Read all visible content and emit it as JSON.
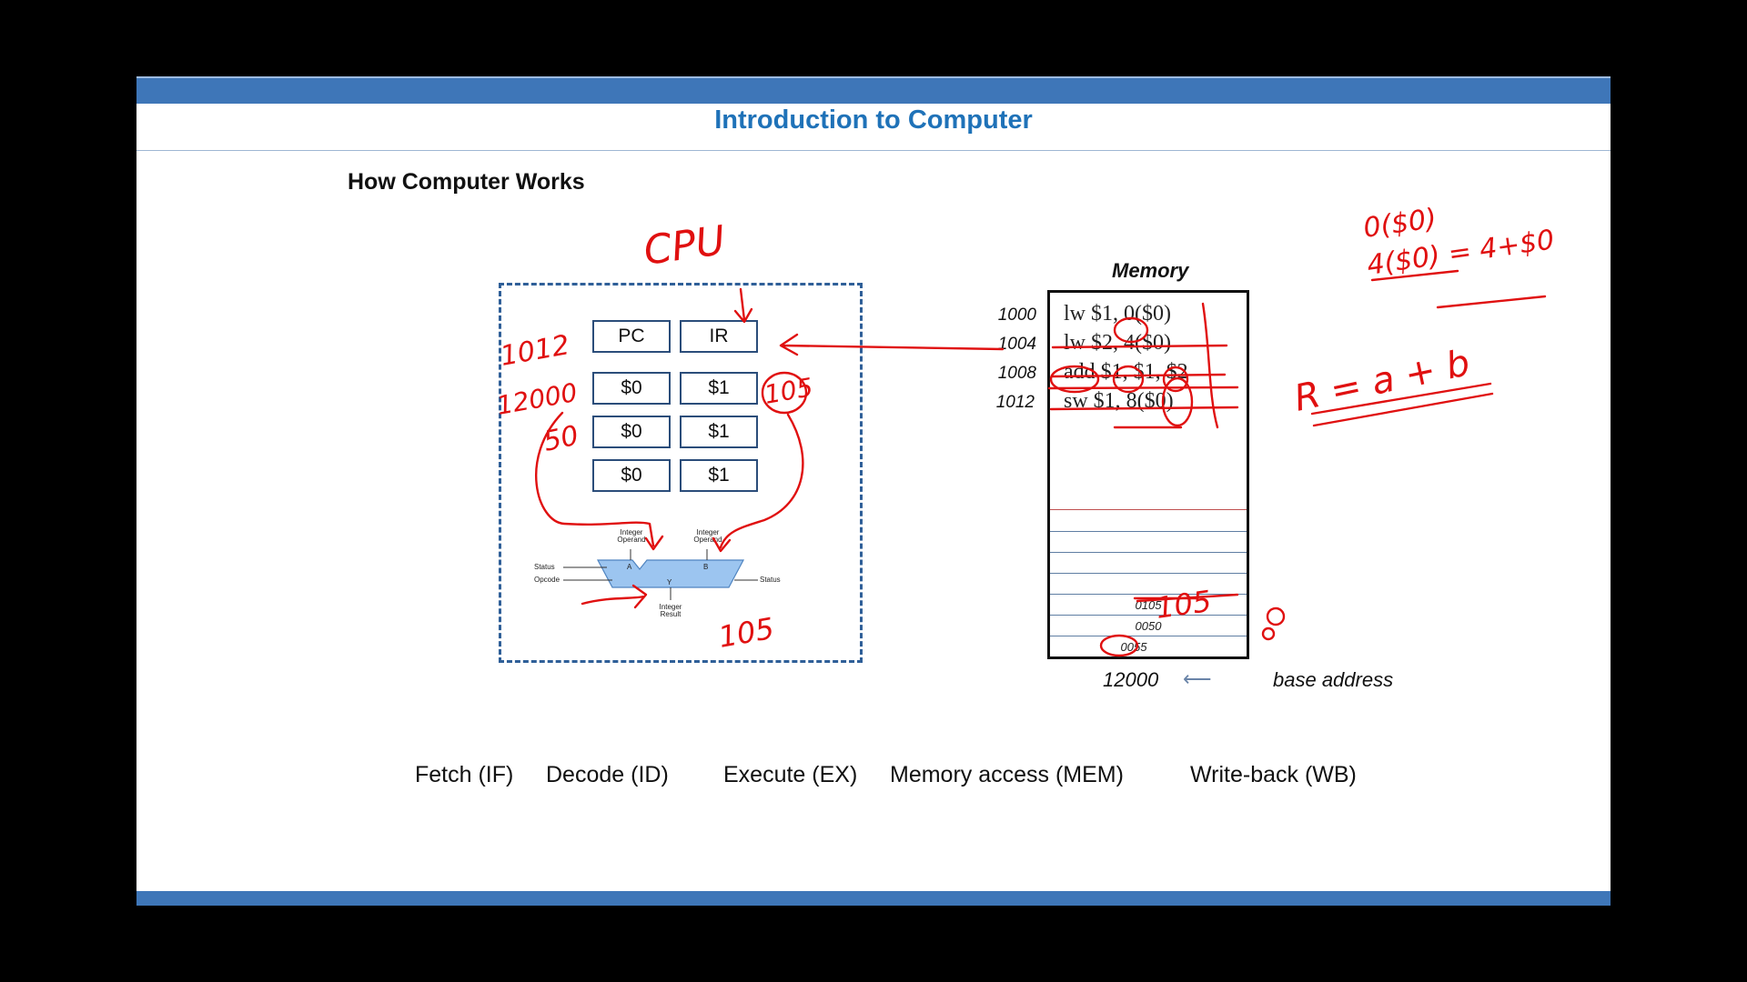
{
  "slide": {
    "title": "Introduction to Computer",
    "subtitle": "How Computer Works"
  },
  "cpu": {
    "registers": [
      {
        "id": "pc",
        "label": "PC"
      },
      {
        "id": "ir",
        "label": "IR"
      },
      {
        "id": "r0a",
        "label": "$0"
      },
      {
        "id": "r1a",
        "label": "$1"
      },
      {
        "id": "r0b",
        "label": "$0"
      },
      {
        "id": "r1b",
        "label": "$1"
      },
      {
        "id": "r0c",
        "label": "$0"
      },
      {
        "id": "r1c",
        "label": "$1"
      }
    ],
    "alu": {
      "operand_a": "Integer Operand",
      "operand_b": "Integer Operand",
      "status_in": "Status",
      "opcode": "Opcode",
      "status_out": "Status",
      "y": "Y",
      "a": "A",
      "b": "B",
      "result": "Integer Result"
    }
  },
  "memory": {
    "title": "Memory",
    "rows": [
      {
        "address": "1000",
        "instruction": "lw $1,  0($0)"
      },
      {
        "address": "1004",
        "instruction": "lw $2,  4($0)"
      },
      {
        "address": "1008",
        "instruction": "add $1, $1, $2"
      },
      {
        "address": "1012",
        "instruction": "sw $1,  8($0)"
      }
    ],
    "data_values": [
      "0105",
      "0050",
      "0055"
    ],
    "base_value": "12000",
    "base_arrow": "⟵",
    "base_label": "base address"
  },
  "stages": [
    "Fetch (IF)",
    "Decode (ID)",
    "Execute (EX)",
    "Memory access (MEM)",
    "Write-back (WB)"
  ],
  "handwriting": {
    "cpu": "CPU",
    "pc_value": "1012",
    "reg_value_1": "12000",
    "reg_value_2": "50",
    "ir_value": "105",
    "alu_result": "105",
    "mem_value": "105",
    "note_1": "0($0)",
    "note_2": "4($0) = 4+$0",
    "formula": "R = a + b",
    "ink_color": "#e01010"
  },
  "colors": {
    "accent": "#3e76b8",
    "title": "#1f72b8",
    "ink": "#e01010"
  }
}
